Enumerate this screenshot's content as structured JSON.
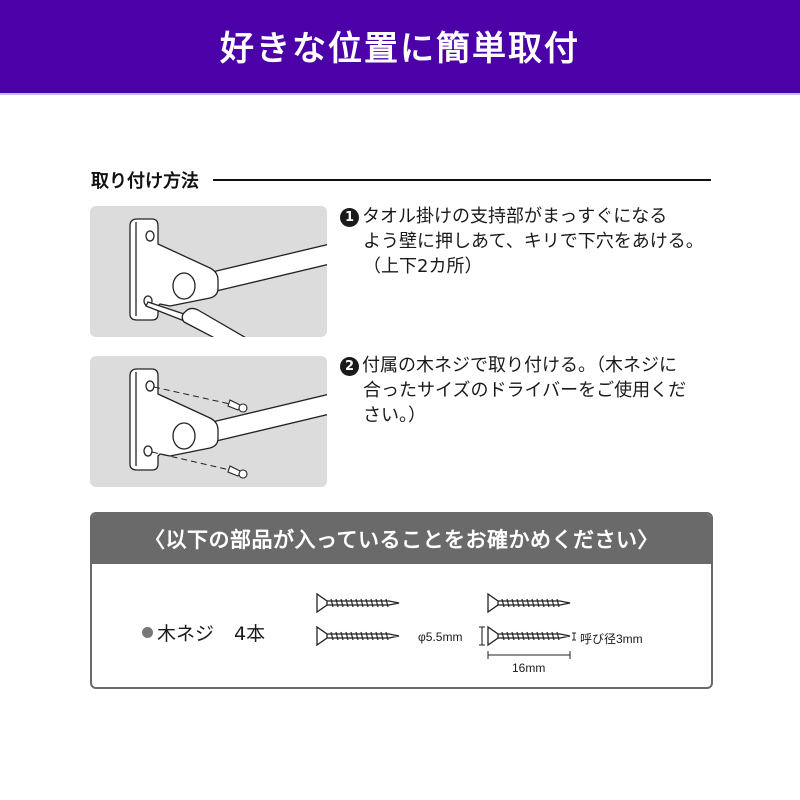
{
  "banner": {
    "title": "好きな位置に簡単取付",
    "background": "#4b00a8"
  },
  "section": {
    "title": "取り付け方法"
  },
  "steps": [
    {
      "number": "1",
      "lines": [
        "タオル掛けの支持部がまっすぐになる",
        "よう壁に押しあて、キリで下穴をあける。",
        "（上下2カ所）"
      ],
      "illustration": "bracket-with-awl"
    },
    {
      "number": "2",
      "lines": [
        "付属の木ネジで取り付ける。（木ネジに",
        "合ったサイズのドライバーをご使用くだ",
        "さい。）"
      ],
      "illustration": "bracket-with-screws"
    }
  ],
  "parts": {
    "header": "〈以下の部品が入っていることをお確かめください〉",
    "header_color": "#6a6a6a",
    "item_name": "木ネジ",
    "item_qty": "4本",
    "diagram": {
      "head_diameter": "φ5.5mm",
      "nominal_diameter": "呼び径3mm",
      "length": "16mm"
    }
  }
}
